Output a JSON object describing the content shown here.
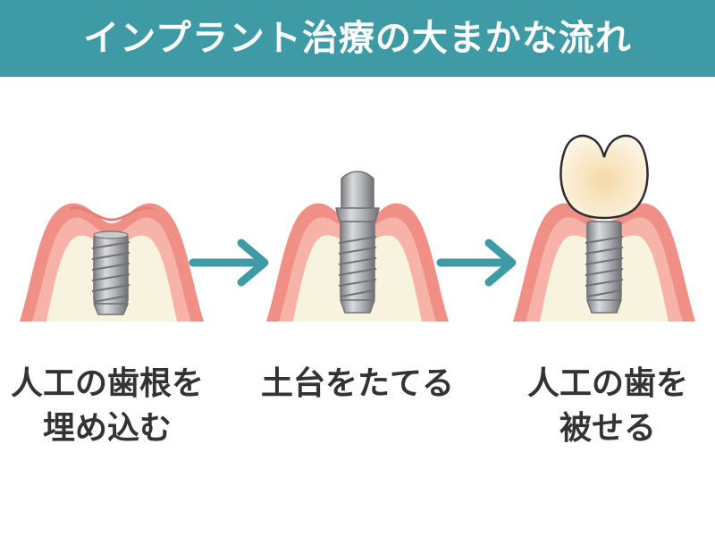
{
  "header": {
    "title": "インプラント治療の大まかな流れ"
  },
  "steps": [
    {
      "caption_line1": "人工の歯根を",
      "caption_line2": "埋め込む"
    },
    {
      "caption_line1": "土台をたてる",
      "caption_line2": ""
    },
    {
      "caption_line1": "人工の歯を",
      "caption_line2": "被せる"
    }
  ],
  "colors": {
    "header_bg": "#3e9aa5",
    "arrow": "#3e9aa5",
    "gum": "#ef8f86",
    "gum_inner": "#f7b3a8",
    "bone": "#f8f3de",
    "implant": "#a8aaad",
    "crown": "#fbf0da"
  },
  "icons": [
    "right-arrow-icon",
    "right-arrow-icon"
  ]
}
